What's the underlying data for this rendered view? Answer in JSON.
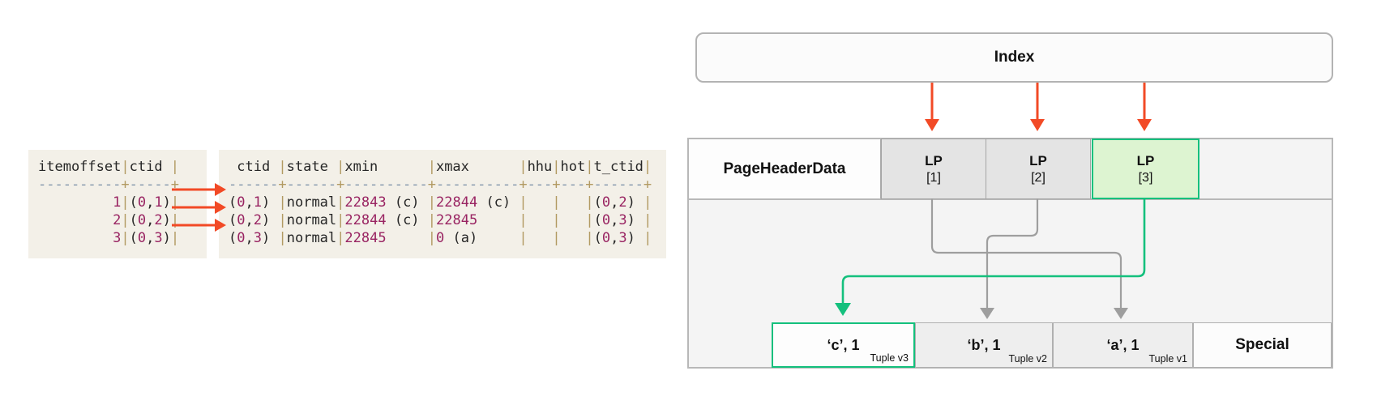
{
  "terminal": {
    "panel1": {
      "lines": [
        [
          {
            "t": "itemoffset",
            "c": "fg"
          },
          {
            "t": "|",
            "c": "pipe"
          },
          {
            "t": "ctid ",
            "c": "fg"
          },
          {
            "t": "|",
            "c": "pipe"
          }
        ],
        [
          {
            "t": "----------",
            "c": "dash"
          },
          {
            "t": "+",
            "c": "pipe"
          },
          {
            "t": "-----",
            "c": "dash"
          },
          {
            "t": "+",
            "c": "pipe"
          }
        ],
        [
          {
            "t": "         ",
            "c": "fg"
          },
          {
            "t": "1",
            "c": "num"
          },
          {
            "t": "|",
            "c": "pipe"
          },
          {
            "t": "(",
            "c": "fg"
          },
          {
            "t": "0",
            "c": "num"
          },
          {
            "t": ",",
            "c": "fg"
          },
          {
            "t": "1",
            "c": "num"
          },
          {
            "t": ")",
            "c": "fg"
          },
          {
            "t": "|",
            "c": "pipe"
          }
        ],
        [
          {
            "t": "         ",
            "c": "fg"
          },
          {
            "t": "2",
            "c": "num"
          },
          {
            "t": "|",
            "c": "pipe"
          },
          {
            "t": "(",
            "c": "fg"
          },
          {
            "t": "0",
            "c": "num"
          },
          {
            "t": ",",
            "c": "fg"
          },
          {
            "t": "2",
            "c": "num"
          },
          {
            "t": ")",
            "c": "fg"
          },
          {
            "t": "|",
            "c": "pipe"
          }
        ],
        [
          {
            "t": "         ",
            "c": "fg"
          },
          {
            "t": "3",
            "c": "num"
          },
          {
            "t": "|",
            "c": "pipe"
          },
          {
            "t": "(",
            "c": "fg"
          },
          {
            "t": "0",
            "c": "num"
          },
          {
            "t": ",",
            "c": "fg"
          },
          {
            "t": "3",
            "c": "num"
          },
          {
            "t": ")",
            "c": "fg"
          },
          {
            "t": "|",
            "c": "pipe"
          }
        ]
      ]
    },
    "panel2": {
      "lines": [
        [
          {
            "t": " ctid ",
            "c": "fg"
          },
          {
            "t": "|",
            "c": "pipe"
          },
          {
            "t": "state ",
            "c": "fg"
          },
          {
            "t": "|",
            "c": "pipe"
          },
          {
            "t": "xmin      ",
            "c": "fg"
          },
          {
            "t": "|",
            "c": "pipe"
          },
          {
            "t": "xmax      ",
            "c": "fg"
          },
          {
            "t": "|",
            "c": "pipe"
          },
          {
            "t": "hhu",
            "c": "fg"
          },
          {
            "t": "|",
            "c": "pipe"
          },
          {
            "t": "hot",
            "c": "fg"
          },
          {
            "t": "|",
            "c": "pipe"
          },
          {
            "t": "t_ctid",
            "c": "fg"
          },
          {
            "t": "|",
            "c": "pipe"
          }
        ],
        [
          {
            "t": "------",
            "c": "dash"
          },
          {
            "t": "+",
            "c": "pipe"
          },
          {
            "t": "------",
            "c": "dash"
          },
          {
            "t": "+",
            "c": "pipe"
          },
          {
            "t": "----------",
            "c": "dash"
          },
          {
            "t": "+",
            "c": "pipe"
          },
          {
            "t": "----------",
            "c": "dash"
          },
          {
            "t": "+",
            "c": "pipe"
          },
          {
            "t": "---",
            "c": "dash"
          },
          {
            "t": "+",
            "c": "pipe"
          },
          {
            "t": "---",
            "c": "dash"
          },
          {
            "t": "+",
            "c": "pipe"
          },
          {
            "t": "------",
            "c": "dash"
          },
          {
            "t": "+",
            "c": "pipe"
          }
        ],
        [
          {
            "t": "(",
            "c": "fg"
          },
          {
            "t": "0",
            "c": "num"
          },
          {
            "t": ",",
            "c": "fg"
          },
          {
            "t": "1",
            "c": "num"
          },
          {
            "t": ") ",
            "c": "fg"
          },
          {
            "t": "|",
            "c": "pipe"
          },
          {
            "t": "normal",
            "c": "fg"
          },
          {
            "t": "|",
            "c": "pipe"
          },
          {
            "t": "22843",
            "c": "num"
          },
          {
            "t": " (c) ",
            "c": "fg"
          },
          {
            "t": "|",
            "c": "pipe"
          },
          {
            "t": "22844",
            "c": "num"
          },
          {
            "t": " (c) ",
            "c": "fg"
          },
          {
            "t": "|",
            "c": "pipe"
          },
          {
            "t": "   ",
            "c": "fg"
          },
          {
            "t": "|",
            "c": "pipe"
          },
          {
            "t": "   ",
            "c": "fg"
          },
          {
            "t": "|",
            "c": "pipe"
          },
          {
            "t": "(",
            "c": "fg"
          },
          {
            "t": "0",
            "c": "num"
          },
          {
            "t": ",",
            "c": "fg"
          },
          {
            "t": "2",
            "c": "num"
          },
          {
            "t": ") ",
            "c": "fg"
          },
          {
            "t": "|",
            "c": "pipe"
          }
        ],
        [
          {
            "t": "(",
            "c": "fg"
          },
          {
            "t": "0",
            "c": "num"
          },
          {
            "t": ",",
            "c": "fg"
          },
          {
            "t": "2",
            "c": "num"
          },
          {
            "t": ") ",
            "c": "fg"
          },
          {
            "t": "|",
            "c": "pipe"
          },
          {
            "t": "normal",
            "c": "fg"
          },
          {
            "t": "|",
            "c": "pipe"
          },
          {
            "t": "22844",
            "c": "num"
          },
          {
            "t": " (c) ",
            "c": "fg"
          },
          {
            "t": "|",
            "c": "pipe"
          },
          {
            "t": "22845",
            "c": "num"
          },
          {
            "t": "     ",
            "c": "fg"
          },
          {
            "t": "|",
            "c": "pipe"
          },
          {
            "t": "   ",
            "c": "fg"
          },
          {
            "t": "|",
            "c": "pipe"
          },
          {
            "t": "   ",
            "c": "fg"
          },
          {
            "t": "|",
            "c": "pipe"
          },
          {
            "t": "(",
            "c": "fg"
          },
          {
            "t": "0",
            "c": "num"
          },
          {
            "t": ",",
            "c": "fg"
          },
          {
            "t": "3",
            "c": "num"
          },
          {
            "t": ") ",
            "c": "fg"
          },
          {
            "t": "|",
            "c": "pipe"
          }
        ],
        [
          {
            "t": "(",
            "c": "fg"
          },
          {
            "t": "0",
            "c": "num"
          },
          {
            "t": ",",
            "c": "fg"
          },
          {
            "t": "3",
            "c": "num"
          },
          {
            "t": ") ",
            "c": "fg"
          },
          {
            "t": "|",
            "c": "pipe"
          },
          {
            "t": "normal",
            "c": "fg"
          },
          {
            "t": "|",
            "c": "pipe"
          },
          {
            "t": "22845",
            "c": "num"
          },
          {
            "t": "     ",
            "c": "fg"
          },
          {
            "t": "|",
            "c": "pipe"
          },
          {
            "t": "0",
            "c": "num"
          },
          {
            "t": " (a)     ",
            "c": "fg"
          },
          {
            "t": "|",
            "c": "pipe"
          },
          {
            "t": "   ",
            "c": "fg"
          },
          {
            "t": "|",
            "c": "pipe"
          },
          {
            "t": "   ",
            "c": "fg"
          },
          {
            "t": "|",
            "c": "pipe"
          },
          {
            "t": "(",
            "c": "fg"
          },
          {
            "t": "0",
            "c": "num"
          },
          {
            "t": ",",
            "c": "fg"
          },
          {
            "t": "3",
            "c": "num"
          },
          {
            "t": ") ",
            "c": "fg"
          },
          {
            "t": "|",
            "c": "pipe"
          }
        ]
      ]
    }
  },
  "diagram": {
    "index_label": "Index",
    "page_header_label": "PageHeaderData",
    "lp_slots": [
      {
        "title": "LP",
        "index": "[1]",
        "highlighted": false
      },
      {
        "title": "LP",
        "index": "[2]",
        "highlighted": false
      },
      {
        "title": "LP",
        "index": "[3]",
        "highlighted": true
      }
    ],
    "tuples": [
      {
        "value": "‘c’, 1",
        "tag": "Tuple v3",
        "highlighted": true
      },
      {
        "value": "‘b’, 1",
        "tag": "Tuple v2",
        "highlighted": false
      },
      {
        "value": "‘a’, 1",
        "tag": "Tuple v1",
        "highlighted": false
      }
    ],
    "special_label": "Special"
  },
  "colors": {
    "accent_red": "#f24a26",
    "accent_green": "#14c07d",
    "connector_gray": "#9e9e9e",
    "terminal_bg": "#f3f0e8",
    "terminal_number": "#992462",
    "terminal_pipe": "#b29a62",
    "terminal_dash": "#8195aa",
    "lp_highlight_bg": "#ddf4d1",
    "page_bg": "#f4f4f4"
  }
}
